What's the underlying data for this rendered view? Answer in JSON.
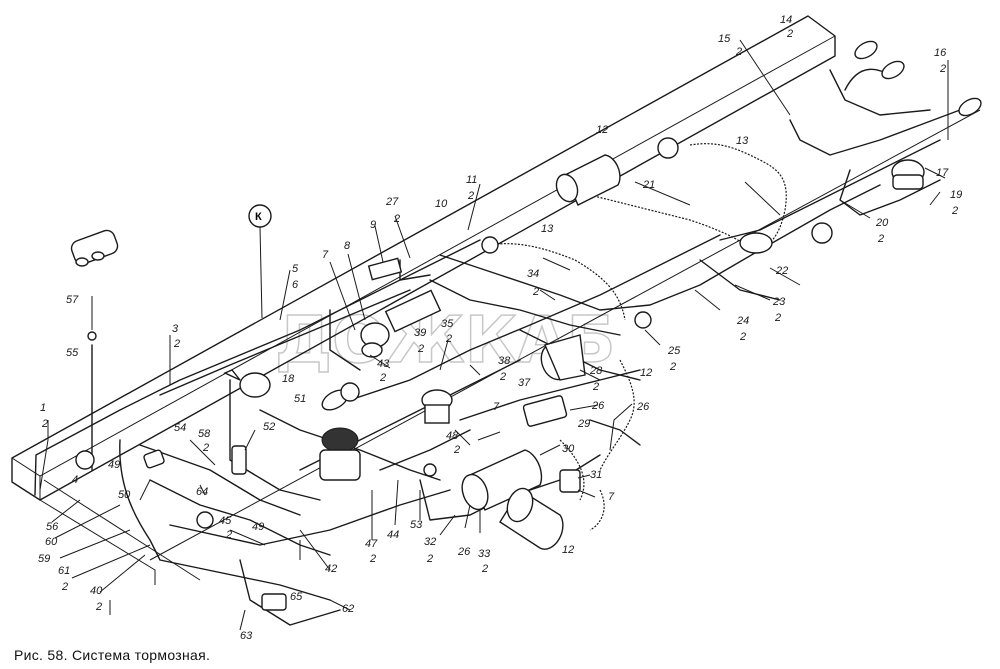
{
  "caption": "Рис. 58. Система тормозная.",
  "watermark": "ДОЖКАБ",
  "marker_symbol": "К",
  "callouts": [
    {
      "id": "c1",
      "text": "1"
    },
    {
      "id": "c1b",
      "text": "2"
    },
    {
      "id": "c3",
      "text": "3"
    },
    {
      "id": "c3b",
      "text": "2"
    },
    {
      "id": "c4",
      "text": "4"
    },
    {
      "id": "c5",
      "text": "5"
    },
    {
      "id": "c6",
      "text": "6"
    },
    {
      "id": "c7a",
      "text": "7"
    },
    {
      "id": "c7b",
      "text": "7"
    },
    {
      "id": "c7c",
      "text": "7"
    },
    {
      "id": "c8",
      "text": "8"
    },
    {
      "id": "c9",
      "text": "9"
    },
    {
      "id": "c10",
      "text": "10"
    },
    {
      "id": "c11",
      "text": "11"
    },
    {
      "id": "c11b",
      "text": "2"
    },
    {
      "id": "c12a",
      "text": "12"
    },
    {
      "id": "c12b",
      "text": "12"
    },
    {
      "id": "c12c",
      "text": "12"
    },
    {
      "id": "c13a",
      "text": "13"
    },
    {
      "id": "c13b",
      "text": "13"
    },
    {
      "id": "c14",
      "text": "14"
    },
    {
      "id": "c14b",
      "text": "2"
    },
    {
      "id": "c15",
      "text": "15"
    },
    {
      "id": "c15b",
      "text": "2"
    },
    {
      "id": "c16",
      "text": "16"
    },
    {
      "id": "c16b",
      "text": "2"
    },
    {
      "id": "c17",
      "text": "17"
    },
    {
      "id": "c18",
      "text": "18"
    },
    {
      "id": "c19",
      "text": "19"
    },
    {
      "id": "c19b",
      "text": "2"
    },
    {
      "id": "c20",
      "text": "20"
    },
    {
      "id": "c20b",
      "text": "2"
    },
    {
      "id": "c21",
      "text": "21"
    },
    {
      "id": "c22",
      "text": "22"
    },
    {
      "id": "c23",
      "text": "23"
    },
    {
      "id": "c23b",
      "text": "2"
    },
    {
      "id": "c24",
      "text": "24"
    },
    {
      "id": "c24b",
      "text": "2"
    },
    {
      "id": "c25",
      "text": "25"
    },
    {
      "id": "c25b",
      "text": "2"
    },
    {
      "id": "c26a",
      "text": "26"
    },
    {
      "id": "c26b",
      "text": "26"
    },
    {
      "id": "c26c",
      "text": "26"
    },
    {
      "id": "c27",
      "text": "27"
    },
    {
      "id": "c27b",
      "text": "2"
    },
    {
      "id": "c28",
      "text": "28"
    },
    {
      "id": "c28b",
      "text": "2"
    },
    {
      "id": "c29",
      "text": "29"
    },
    {
      "id": "c30",
      "text": "30"
    },
    {
      "id": "c31",
      "text": "31"
    },
    {
      "id": "c32",
      "text": "32"
    },
    {
      "id": "c32b",
      "text": "2"
    },
    {
      "id": "c33",
      "text": "33"
    },
    {
      "id": "c33b",
      "text": "2"
    },
    {
      "id": "c34",
      "text": "34"
    },
    {
      "id": "c34b",
      "text": "2"
    },
    {
      "id": "c35",
      "text": "35"
    },
    {
      "id": "c35b",
      "text": "2"
    },
    {
      "id": "c37",
      "text": "37"
    },
    {
      "id": "c38",
      "text": "38"
    },
    {
      "id": "c38b",
      "text": "2"
    },
    {
      "id": "c39",
      "text": "39"
    },
    {
      "id": "c39b",
      "text": "2"
    },
    {
      "id": "c40",
      "text": "40"
    },
    {
      "id": "c40b",
      "text": "2"
    },
    {
      "id": "c42",
      "text": "42"
    },
    {
      "id": "c43",
      "text": "43"
    },
    {
      "id": "c43b",
      "text": "2"
    },
    {
      "id": "c44",
      "text": "44"
    },
    {
      "id": "c45",
      "text": "45"
    },
    {
      "id": "c45b",
      "text": "2"
    },
    {
      "id": "c47",
      "text": "47"
    },
    {
      "id": "c47b",
      "text": "2"
    },
    {
      "id": "c48",
      "text": "48"
    },
    {
      "id": "c48b",
      "text": "2"
    },
    {
      "id": "c49a",
      "text": "49"
    },
    {
      "id": "c49b",
      "text": "49"
    },
    {
      "id": "c50",
      "text": "50"
    },
    {
      "id": "c51",
      "text": "51"
    },
    {
      "id": "c52",
      "text": "52"
    },
    {
      "id": "c53",
      "text": "53"
    },
    {
      "id": "c54",
      "text": "54"
    },
    {
      "id": "c55",
      "text": "55"
    },
    {
      "id": "c56",
      "text": "56"
    },
    {
      "id": "c57",
      "text": "57"
    },
    {
      "id": "c58",
      "text": "58"
    },
    {
      "id": "c58b",
      "text": "2"
    },
    {
      "id": "c59",
      "text": "59"
    },
    {
      "id": "c60",
      "text": "60"
    },
    {
      "id": "c61",
      "text": "61"
    },
    {
      "id": "c61b",
      "text": "2"
    },
    {
      "id": "c62",
      "text": "62"
    },
    {
      "id": "c63",
      "text": "63"
    },
    {
      "id": "c64",
      "text": "64"
    },
    {
      "id": "c65",
      "text": "65"
    }
  ]
}
